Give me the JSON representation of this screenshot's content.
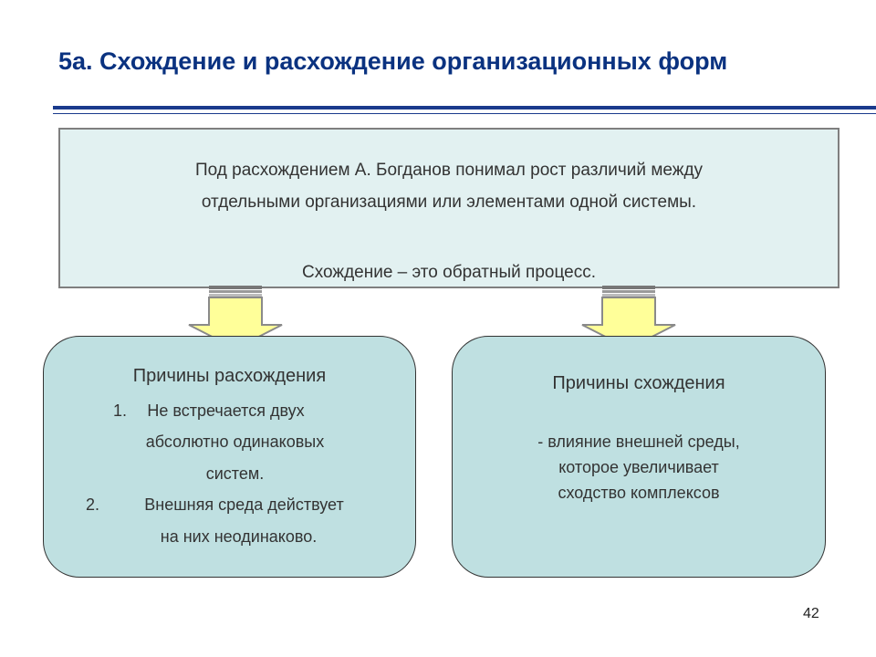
{
  "slide": {
    "title": "5а. Схождение и расхождение организационных форм",
    "definition": {
      "line1": "Под расхождением А. Богданов понимал рост различий между",
      "line2": "отдельными организациями или элементами одной системы.",
      "line3": "Схождение – это обратный процесс."
    },
    "divergence": {
      "heading": "Причины расхождения",
      "items": [
        {
          "number": "1.",
          "lines": [
            "Не встречается двух",
            "абсолютно одинаковых",
            "систем."
          ]
        },
        {
          "number": "2.",
          "lines": [
            "Внешняя среда действует",
            "на них неодинаково."
          ]
        }
      ]
    },
    "convergence": {
      "heading": "Причины схождения",
      "lines": [
        "- влияние внешней среды,",
        "которое увеличивает",
        "сходство комплексов"
      ]
    },
    "page_number": "42",
    "colors": {
      "title": "#0a3280",
      "rule": "#1a3a8c",
      "definition_bg": "#e2f1f1",
      "pill_bg": "#bfe0e1",
      "arrow_fill": "#ffff99"
    },
    "icons": [
      "down-arrow-icon",
      "down-arrow-icon"
    ]
  }
}
